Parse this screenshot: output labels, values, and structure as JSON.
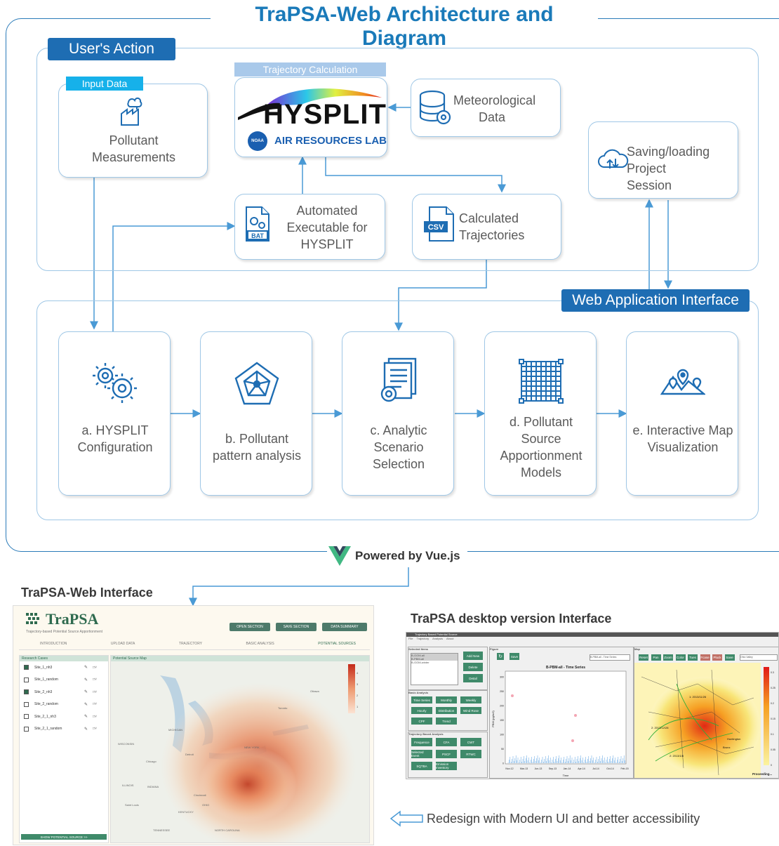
{
  "title": "TraPSA-Web Architecture and Diagram",
  "user_action": {
    "label": "User's Action",
    "input_tag": "Input Data",
    "pollutant_box": "Pollutant Measurements",
    "traj_tag": "Trajectory Calculation",
    "hysplit_logo": "HYSPLIT",
    "noaa_badge": "NOAA",
    "air_lab": "AIR RESOURCES LAB",
    "met_box": "Meteorological Data",
    "bat_box": "Automated Executable for HYSPLIT",
    "bat_icon_label": "BAT",
    "csv_box": "Calculated Trajectories",
    "csv_icon_label": "CSV",
    "session_box": "Saving/loading Project Session"
  },
  "web_interface": {
    "label": "Web Application Interface",
    "steps": [
      {
        "text": "a. HYSPLIT Configuration",
        "icon": "gears-icon"
      },
      {
        "text": "b. Pollutant pattern analysis",
        "icon": "pentagon-network-icon"
      },
      {
        "text": "c. Analytic Scenario Selection",
        "icon": "document-gear-icon"
      },
      {
        "text": "d. Pollutant Source Apportionment Models",
        "icon": "grid-icon"
      },
      {
        "text": "e. Interactive Map Visualization",
        "icon": "map-pin-icon"
      }
    ]
  },
  "powered_by": "Powered by Vue.js",
  "web_interface_title": "TraPSA-Web Interface",
  "desktop_title": "TraPSA desktop version Interface",
  "redesign": "Redesign with Modern UI and better accessibility",
  "web_shot": {
    "logo": "TraPSA",
    "logo_sub": "Trajectory-based Potential Source Apportionment",
    "buttons": [
      "OPEN SECTION",
      "SAVE SECTION",
      "DATA SUMMARY"
    ],
    "tabs": [
      "INTRODUCTION",
      "UPLOAD DATA",
      "TRAJECTORY",
      "BASIC ANALYSIS",
      "POTENTIAL SOURCES"
    ],
    "research_header": "Research Cases",
    "map_header": "Potential Source Map",
    "cases": [
      {
        "name": "Site_1_nh3",
        "checked": true
      },
      {
        "name": "Site_1_random",
        "checked": false
      },
      {
        "name": "Site_2_nh3",
        "checked": true
      },
      {
        "name": "Site_2_random",
        "checked": false
      },
      {
        "name": "Site_2_1_nh3",
        "checked": false
      },
      {
        "name": "Site_2_1_random",
        "checked": false
      }
    ],
    "show_button": "SHOW POTENTIAL SOURCE >>",
    "map_labels": [
      "WISCONSIN",
      "MICHIGAN",
      "Chicago",
      "Detroit",
      "ILLINOIS",
      "INDIANA",
      "OHIO",
      "NEW YORK",
      "KENTUCKY",
      "TENNESSEE",
      "NORTH CAROLINA",
      "Toronto",
      "Ottawa",
      "Cincinnati",
      "Saint Louis"
    ],
    "colorbar_ticks": [
      "4",
      "3",
      "2",
      "1"
    ]
  },
  "desktop_shot": {
    "window_title": "Trajectory Based Potential Source",
    "menu": [
      "File",
      "Trajectory",
      "Analysis",
      "About"
    ],
    "selected_items": "Selected Items",
    "list_items": [
      "B-GOM-all",
      "B-PBM-all",
      "B-GOM-winter"
    ],
    "list_buttons": [
      "Add New",
      "Delete",
      "Detail"
    ],
    "basic_analysis": "Basic Analysis",
    "basic_buttons": [
      "Time Series",
      "Monthly",
      "Weekly",
      "Hourly",
      "Distribution",
      "Wind Rose",
      "CPF",
      "Trend"
    ],
    "traj_analysis": "Trajectory Based Analysis",
    "traj_buttons": [
      "Frequence",
      "CFA",
      "CWT",
      "Selected Event",
      "PSCF",
      "RTWC",
      "SQTBA",
      "Emission Inventory"
    ],
    "figure_label": "Figure",
    "save": "Save",
    "dropdown": "B-PBM-all - Time Series",
    "chart_title": "B-PBM-all - Time Series",
    "y_axis": "PBM (pg/m3)",
    "x_axis": "Time",
    "y_ticks": [
      "300",
      "250",
      "200",
      "150",
      "100",
      "50",
      "0"
    ],
    "x_ticks": [
      "Nov-12",
      "Mar-13",
      "Jun-13",
      "Sep-13",
      "Jan-14",
      "Apr-14",
      "Jul-14",
      "Oct-14",
      "Feb-15"
    ],
    "map_label": "Map",
    "map_buttons": [
      "Reset",
      "Pan",
      "Zoom",
      "Color",
      "Tues",
      "Fcase",
      "Pluck",
      "Save"
    ],
    "map_dropdown": "Ohio Valley",
    "map_annotations": [
      "1: 2013/11/26",
      "2: 2013/12/28",
      "Huntington",
      "Bronx",
      "2: 2013/1/8"
    ],
    "colorbar": [
      "0.3",
      "0.25",
      "0.2",
      "0.15",
      "0.1",
      "0.05",
      "0"
    ],
    "proceeding": "Proceeding..."
  }
}
